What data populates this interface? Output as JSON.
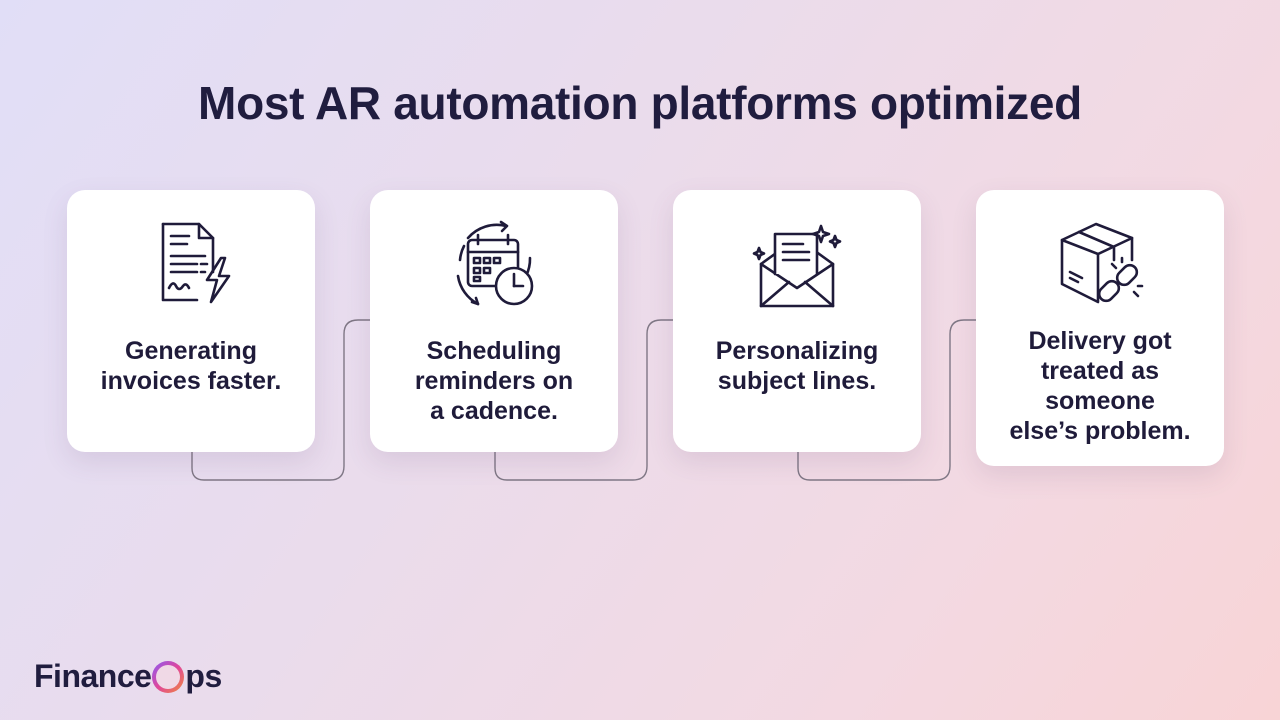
{
  "title": "Most AR automation platforms optimized",
  "cards": [
    {
      "label_lines": [
        "Generating",
        "invoices faster."
      ],
      "icon": "invoice-lightning-icon"
    },
    {
      "label_lines": [
        "Scheduling",
        "reminders on",
        "a cadence."
      ],
      "icon": "calendar-clock-icon"
    },
    {
      "label_lines": [
        "Personalizing",
        "subject lines."
      ],
      "icon": "envelope-sparkle-icon"
    },
    {
      "label_lines": [
        "Delivery got",
        "treated as",
        "someone",
        "else’s problem."
      ],
      "icon": "box-broken-chain-icon"
    }
  ],
  "logo": {
    "part1": "Finance",
    "part2": "ps"
  },
  "colors": {
    "title": "#201d3f",
    "card_bg": "#ffffff",
    "connector": "#7f7785",
    "logo_gradient": [
      "#8a5cf6",
      "#e0469a",
      "#f08a3c"
    ]
  }
}
